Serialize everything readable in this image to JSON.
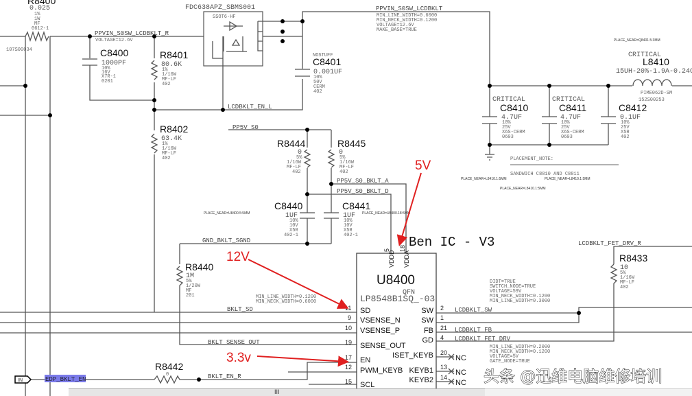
{
  "colors": {
    "annotation": "#e02020",
    "wire": "#555555",
    "highlight": "#7b7bea"
  },
  "components": {
    "r8400": {
      "ref": "R8400",
      "value": "0.025",
      "p1": "1%",
      "p2": "1W",
      "p3": "MF",
      "p4": "0612-1",
      "part": "107S00034"
    },
    "q": {
      "part": "FDC638APZ_SBMS001",
      "pkg": "SSOT6-HF"
    },
    "c8400": {
      "ref": "C8400",
      "value": "1000PF",
      "p1": "10%",
      "p2": "16V",
      "p3": "X7R-1",
      "p4": "0201"
    },
    "r8401": {
      "ref": "R8401",
      "value": "80.6K",
      "p1": "1%",
      "p2": "1/16W",
      "p3": "MF-LF",
      "p4": "402"
    },
    "c8401": {
      "ref": "C8401",
      "note": "NOSTUFF",
      "value": "0.001UF",
      "p1": "10%",
      "p2": "50V",
      "p3": "CERM",
      "p4": "402"
    },
    "r8402": {
      "ref": "R8402",
      "value": "63.4K",
      "p1": "1%",
      "p2": "1/16W",
      "p3": "MF-LF",
      "p4": "402"
    },
    "r8444": {
      "ref": "R8444",
      "value": "0",
      "p1": "5%",
      "p2": "1/16W",
      "p3": "MF-LF",
      "p4": "402"
    },
    "r8445": {
      "ref": "R8445",
      "value": "0",
      "p1": "5%",
      "p2": "1/16W",
      "p3": "MF-LF",
      "p4": "402"
    },
    "c8440": {
      "ref": "C8440",
      "value": "1UF",
      "p1": "10%",
      "p2": "10V",
      "p3": "X5R",
      "p4": "402-1"
    },
    "c8441": {
      "ref": "C8441",
      "value": "1UF",
      "p1": "10%",
      "p2": "10V",
      "p3": "X5R",
      "p4": "402-1"
    },
    "r8440": {
      "ref": "R8440",
      "value": "1M",
      "p1": "5%",
      "p2": "1/20W",
      "p3": "MF",
      "p4": "201"
    },
    "r8442": {
      "ref": "R8442",
      "value": "0"
    },
    "r8433": {
      "ref": "R8433",
      "value": "10",
      "p1": "5%",
      "p2": "1/16W",
      "p3": "MF-LF",
      "p4": "402"
    },
    "c8410": {
      "ref": "C8410",
      "note": "CRITICAL",
      "value": "4.7UF",
      "p1": "10%",
      "p2": "25V",
      "p3": "X6S-CERM",
      "p4": "0603"
    },
    "c8411": {
      "ref": "C8411",
      "note": "CRITICAL",
      "value": "4.7UF",
      "p1": "10%",
      "p2": "25V",
      "p3": "X6S-CERM",
      "p4": "0603"
    },
    "c8412": {
      "ref": "C8412",
      "value": "0.1UF",
      "p1": "10%",
      "p2": "25V",
      "p3": "X5R",
      "p4": "402"
    },
    "l8410": {
      "ref": "L8410",
      "note": "CRITICAL",
      "value": "15UH-20%-1.9A-0.24OHM",
      "p1": "PIME062D-SM",
      "p2": "152S00253"
    },
    "u8400": {
      "ref": "U8400",
      "title": "Ben IC - V3",
      "pkg": "QFN",
      "part": "LP8548B1SQ_-03",
      "left_pins": [
        {
          "num": "11",
          "name": "SD"
        },
        {
          "num": "9",
          "name": "VSENSE_N"
        },
        {
          "num": "10",
          "name": "VSENSE_P"
        },
        {
          "num": "19",
          "name": "SENSE_OUT"
        },
        {
          "num": "17",
          "name": "EN"
        },
        {
          "num": "12",
          "name": "PWM_KEYB"
        },
        {
          "num": "15",
          "name": "SCL"
        }
      ],
      "right_pins": [
        {
          "num": "2",
          "name": "SW"
        },
        {
          "num": "1",
          "name": "SW"
        },
        {
          "num": "21",
          "name": "FB"
        },
        {
          "num": "4",
          "name": "GD"
        },
        {
          "num": "20",
          "name": "ISET_KEYB"
        },
        {
          "num": "13",
          "name": "KEYB1"
        },
        {
          "num": "14",
          "name": "KEYB2"
        }
      ],
      "top_pins": [
        {
          "num": "5",
          "name": "VDDD"
        },
        {
          "num": "18",
          "name": "VDDA"
        }
      ],
      "nc": "NC"
    }
  },
  "nets": {
    "ppvin_r": "PPVIN_S0SW_LCDBKLT_R",
    "ppvin_r_v": "VOLTAGE=12.6V",
    "ppvin": "PPVIN_S0SW_LCDBKLT",
    "ppvin_a1": "MIN_LINE_WIDTH=0.6000",
    "ppvin_a2": "MIN_NECK_WIDTH=0.1200",
    "ppvin_a3": "VOLTAGE=12.6V",
    "ppvin_a4": "MAKE_BASE=TRUE",
    "en_l": "LCDBKLT_EN_L",
    "pp5v": "PP5V_S0",
    "pp5v_a": "PP5V_S0_BKLT_A",
    "pp5v_d": "PP5V_S0_BKLT_D",
    "gnd": "GND_BKLT_SGND",
    "sd": "BKLT_SD",
    "sense": "BKLT_SENSE_OUT",
    "en_r": "BKLT_EN_R",
    "edp": "EDP_BKLT_EN",
    "in": "IN",
    "sw": "LCDBKLT_SW",
    "fb": "LCDBKLT_FB",
    "fet": "LCDBKLT_FET_DRV",
    "fet_r": "LCDBKLT_FET_DRV_R",
    "sd_a1": "MIN_LINE_WIDTH=0.1200",
    "sd_a2": "MIN_NECK_WIDTH=0.6000",
    "sw_a1": "DIDT=TRUE",
    "sw_a2": "SWITCH_NODE=TRUE",
    "sw_a3": "VOLTAGE=59V",
    "sw_a4": "MIN_NECK_WIDTH=0.1200",
    "sw_a5": "MIN_LINE_WIDTH=0.3000",
    "fet_a1": "MIN_LINE_WIDTH=0.2000",
    "fet_a2": "MIN_NECK_WIDTH=0.1200",
    "fet_a3": "VOLTAGE=5V",
    "fet_a4": "GATE_NODE=TRUE"
  },
  "notes": {
    "place_q": "PLACE_NEAR=Q8401.5:3MM",
    "place_c1": "PLACE_NEAR=L8410.1:5MM",
    "place_c2": "PLACE_NEAR=L8410.1:5MM",
    "place_c3": "PLACE_NEAR=L8410.1:5MM",
    "place_u1": "PLACE_NEAR=U8400.5:5MM",
    "place_u2": "PLACE_NEAR=U8400.18:5MM",
    "placement": "PLACEMENT_NOTE:",
    "sandwich": "SANDWICH C8810 AND C8811"
  },
  "annotations": {
    "v5": "5V",
    "v12": "12V",
    "v33": "3.3v"
  },
  "watermark": "头条 @迅维电脑维修培训",
  "scrollbar": {
    "grip": "III"
  }
}
